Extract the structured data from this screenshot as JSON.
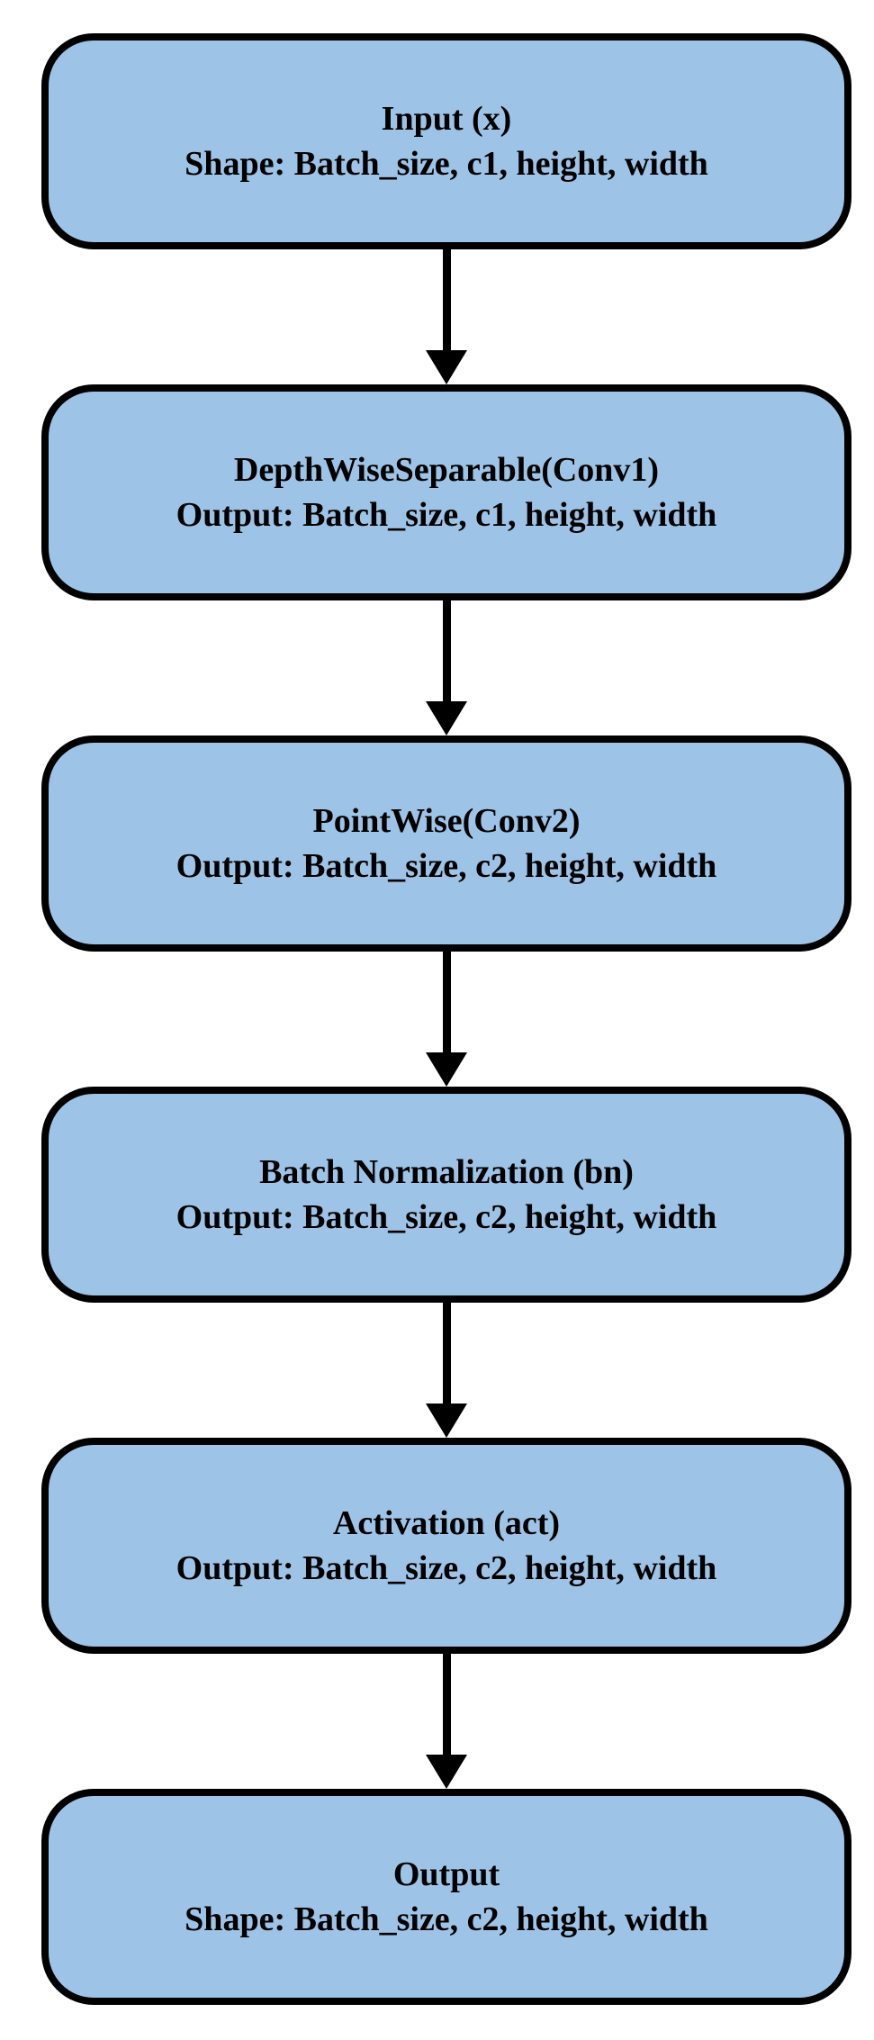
{
  "diagram": {
    "type": "flowchart",
    "direction": "top-to-bottom",
    "colors": {
      "node_fill": "#9DC3E6",
      "node_border": "#000000",
      "arrow": "#000000",
      "background": "#FFFFFF",
      "text": "#000000"
    },
    "nodes": [
      {
        "id": "input",
        "title": "Input (x)",
        "subtitle": "Shape: Batch_size, c1, height, width"
      },
      {
        "id": "depthwise",
        "title": "DepthWiseSeparable(Conv1)",
        "subtitle": "Output: Batch_size, c1, height, width"
      },
      {
        "id": "pointwise",
        "title": "PointWise(Conv2)",
        "subtitle": "Output: Batch_size, c2, height, width"
      },
      {
        "id": "batchnorm",
        "title": "Batch Normalization (bn)",
        "subtitle": "Output: Batch_size, c2, height, width"
      },
      {
        "id": "activation",
        "title": "Activation (act)",
        "subtitle": "Output: Batch_size, c2, height, width"
      },
      {
        "id": "output",
        "title": "Output",
        "subtitle": "Shape: Batch_size, c2, height, width"
      }
    ],
    "edges": [
      {
        "from": "input",
        "to": "depthwise"
      },
      {
        "from": "depthwise",
        "to": "pointwise"
      },
      {
        "from": "pointwise",
        "to": "batchnorm"
      },
      {
        "from": "batchnorm",
        "to": "activation"
      },
      {
        "from": "activation",
        "to": "output"
      }
    ]
  }
}
